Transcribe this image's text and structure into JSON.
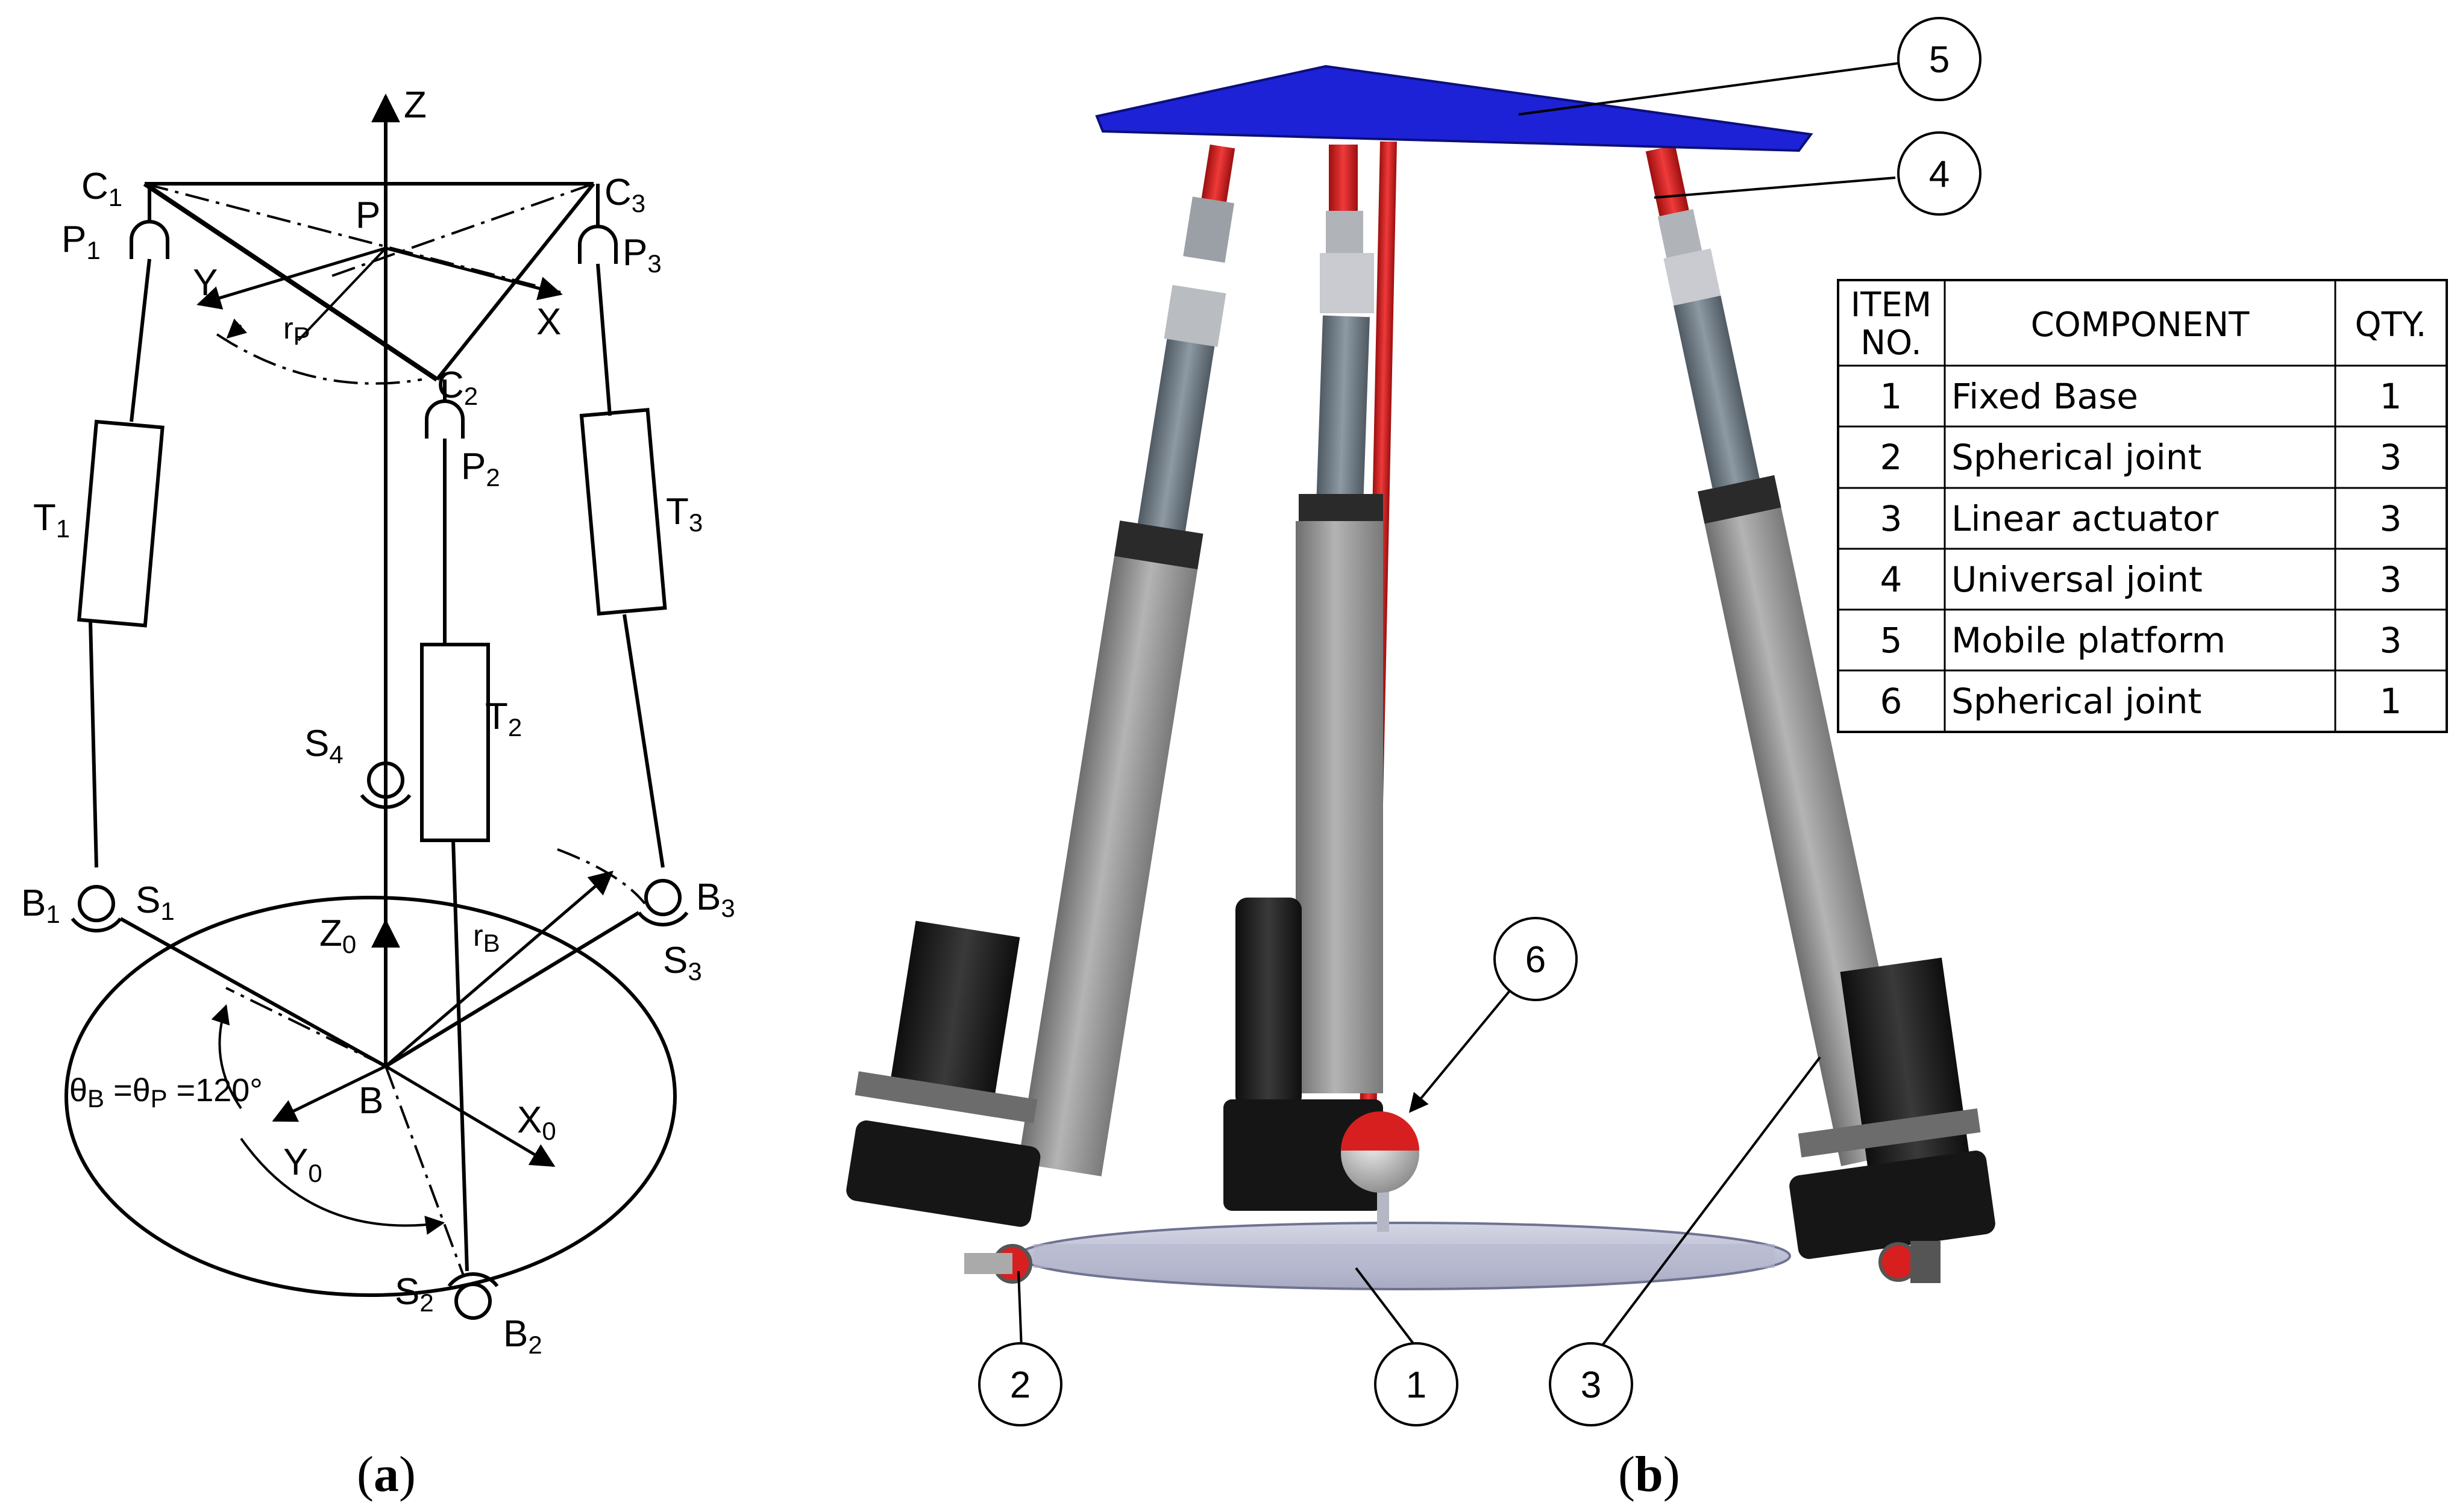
{
  "diagram_a": {
    "labels": {
      "axis_z": "Z",
      "point_p": "P",
      "axis_y": "Y",
      "axis_x": "X",
      "r_p": "r",
      "r_p_sub": "P",
      "c1": "C",
      "c1_sub": "1",
      "c2": "C",
      "c2_sub": "2",
      "c3": "C",
      "c3_sub": "3",
      "p1": "P",
      "p1_sub": "1",
      "p2": "P",
      "p2_sub": "2",
      "p3": "P",
      "p3_sub": "3",
      "t1": "T",
      "t1_sub": "1",
      "t2": "T",
      "t2_sub": "2",
      "t3": "T",
      "t3_sub": "3",
      "s4": "S",
      "s4_sub": "4",
      "b1": "B",
      "b1_sub": "1",
      "s1": "S",
      "s1_sub": "1",
      "b3": "B",
      "b3_sub": "3",
      "s3": "S",
      "s3_sub": "3",
      "z0": "Z",
      "z0_sub": "0",
      "r_b": "r",
      "r_b_sub": "B",
      "theta_a": "θ",
      "theta_a_sub": "B",
      "theta_b": " =θ",
      "theta_b_sub": "P",
      "theta_c": " =120°",
      "point_b": "B",
      "x0": "X",
      "x0_sub": "0",
      "y0": "Y",
      "y0_sub": "0",
      "s2": "S",
      "s2_sub": "2",
      "b2": "B",
      "b2_sub": "2"
    },
    "caption_open": "(",
    "caption_letter": "a",
    "caption_close": ")"
  },
  "diagram_b": {
    "callouts": [
      "5",
      "4",
      "6",
      "2",
      "1",
      "3"
    ],
    "caption_open": "(",
    "caption_letter": "b",
    "caption_close": ")",
    "colors": {
      "platform": "#1d22d6",
      "joint_red": "#d81f1f",
      "actuator_gray": "#8d8d8d",
      "motor_black": "#1b1b1b",
      "base_lavender": "#c3c6da"
    }
  },
  "bom": {
    "headers": {
      "item_line1": "ITEM",
      "item_line2": "NO.",
      "component": "COMPONENT",
      "qty": "QTY."
    },
    "rows": [
      {
        "no": "1",
        "component": "Fixed Base",
        "qty": "1"
      },
      {
        "no": "2",
        "component": "Spherical joint",
        "qty": "3"
      },
      {
        "no": "3",
        "component": "Linear actuator",
        "qty": "3"
      },
      {
        "no": "4",
        "component": "Universal joint",
        "qty": "3"
      },
      {
        "no": "5",
        "component": "Mobile platform",
        "qty": "3"
      },
      {
        "no": "6",
        "component": "Spherical joint",
        "qty": "1"
      }
    ]
  }
}
